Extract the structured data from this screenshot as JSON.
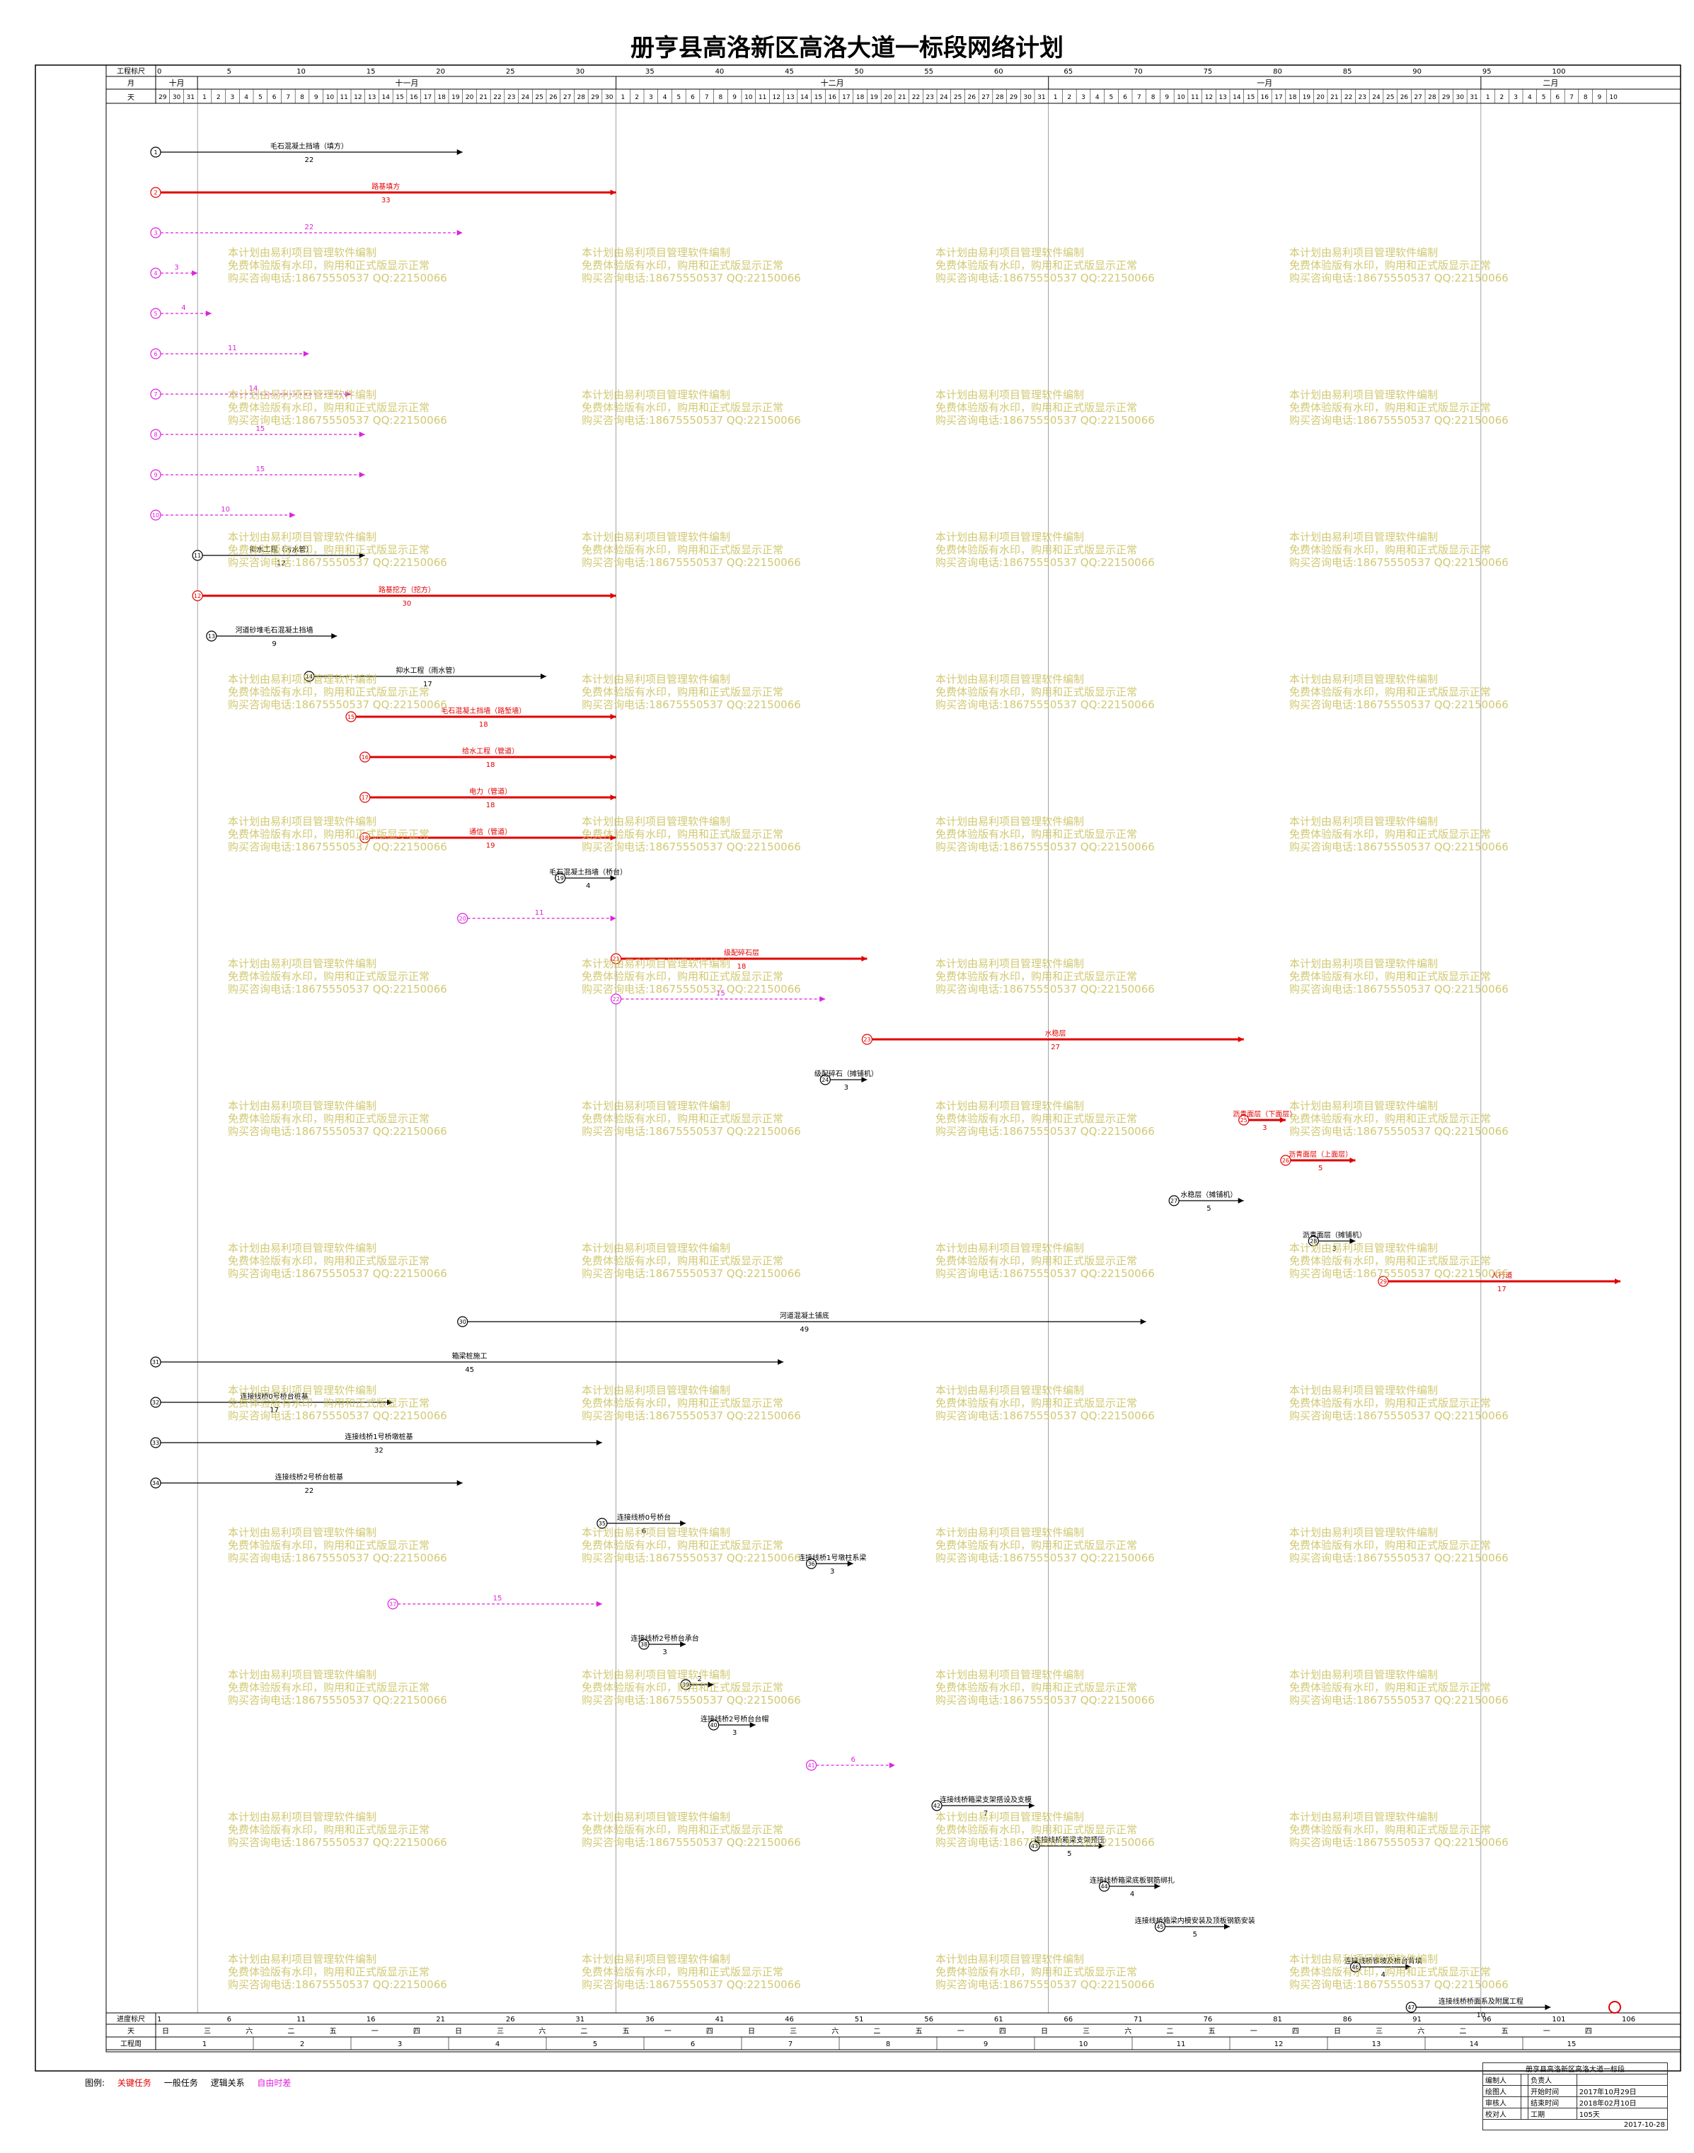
{
  "title": "册亨县高洛新区高洛大道一标段网络计划",
  "header": {
    "row_labels": {
      "ruler": "工程标尺",
      "month": "月",
      "day": "天"
    },
    "ruler_ticks": [
      "0",
      "5",
      "10",
      "15",
      "20",
      "25",
      "30",
      "35",
      "40",
      "45",
      "50",
      "55",
      "60",
      "65",
      "70",
      "75",
      "80",
      "85",
      "90",
      "95",
      "100"
    ],
    "months": [
      {
        "label": "十月",
        "days": 3
      },
      {
        "label": "十一月",
        "days": 30
      },
      {
        "label": "十二月",
        "days": 31
      },
      {
        "label": "一月",
        "days": 31
      },
      {
        "label": "二月",
        "days": 10
      }
    ],
    "day_numbers": [
      "29",
      "30",
      "31",
      "1",
      "2",
      "3",
      "4",
      "5",
      "6",
      "7",
      "8",
      "9",
      "10",
      "11",
      "12",
      "13",
      "14",
      "15",
      "16",
      "17",
      "18",
      "19",
      "20",
      "21",
      "22",
      "23",
      "24",
      "25",
      "26",
      "27",
      "28",
      "29",
      "30",
      "1",
      "2",
      "3",
      "4",
      "5",
      "6",
      "7",
      "8",
      "9",
      "10",
      "11",
      "12",
      "13",
      "14",
      "15",
      "16",
      "17",
      "18",
      "19",
      "20",
      "21",
      "22",
      "23",
      "24",
      "25",
      "26",
      "27",
      "28",
      "29",
      "30",
      "31",
      "1",
      "2",
      "3",
      "4",
      "5",
      "6",
      "7",
      "8",
      "9",
      "10",
      "11",
      "12",
      "13",
      "14",
      "15",
      "16",
      "17",
      "18",
      "19",
      "20",
      "21",
      "22",
      "23",
      "24",
      "25",
      "26",
      "27",
      "28",
      "29",
      "30",
      "31",
      "1",
      "2",
      "3",
      "4",
      "5",
      "6",
      "7",
      "8",
      "9",
      "10"
    ]
  },
  "footer": {
    "row_labels": {
      "ruler": "进度标尺",
      "weekday": "天",
      "week": "工程周"
    },
    "ruler_ticks": [
      "1",
      "6",
      "11",
      "16",
      "21",
      "26",
      "31",
      "36",
      "41",
      "46",
      "51",
      "56",
      "61",
      "66",
      "71",
      "76",
      "81",
      "86",
      "91",
      "96",
      "101",
      "106"
    ],
    "weekdays": [
      "日",
      "一",
      "二",
      "三",
      "四",
      "五",
      "六"
    ],
    "weeks": [
      "1",
      "2",
      "3",
      "4",
      "5",
      "6",
      "7",
      "8",
      "9",
      "10",
      "11",
      "12",
      "13",
      "14",
      "15"
    ]
  },
  "legend": {
    "label": "图例:",
    "critical": "关键任务",
    "general": "一般任务",
    "logic": "逻辑关系",
    "float": "自由时差"
  },
  "meta": {
    "project": "册亨县高洛新区高洛大道一标段",
    "rows": [
      [
        "编制人",
        "",
        "负责人",
        ""
      ],
      [
        "绘图人",
        "",
        "开始时间",
        "2017年10月29日"
      ],
      [
        "审核人",
        "",
        "结束时间",
        "2018年02月10日"
      ],
      [
        "校对人",
        "",
        "工期",
        "105天"
      ]
    ],
    "date": "2017-10-28"
  },
  "watermark": [
    "本计划由易利项目管理软件编制",
    "免费体验版有水印，购用和正式版显示正常",
    "购买咨询电话:18675550537 QQ:22150066"
  ],
  "colors": {
    "critical": "#e00000",
    "general": "#000000",
    "logic": "#000000",
    "float": "#dd22dd",
    "slack": "#22cc22"
  },
  "tasks": [
    {
      "label": "毛石混凝土挡墙（填方）",
      "dur": "22",
      "row": 0,
      "s": 0,
      "e": 22,
      "type": "general"
    },
    {
      "label": "路基填方",
      "dur": "33",
      "row": 1,
      "s": 0,
      "e": 33,
      "type": "critical"
    },
    {
      "label": "22",
      "dur": "",
      "row": 2,
      "s": 0,
      "e": 22,
      "type": "float"
    },
    {
      "label": "3",
      "dur": "",
      "row": 3,
      "s": 0,
      "e": 3,
      "type": "float"
    },
    {
      "label": "4",
      "dur": "",
      "row": 4,
      "s": 0,
      "e": 4,
      "type": "float"
    },
    {
      "label": "11",
      "dur": "",
      "row": 5,
      "s": 0,
      "e": 11,
      "type": "float"
    },
    {
      "label": "14",
      "dur": "",
      "row": 6,
      "s": 0,
      "e": 14,
      "type": "float"
    },
    {
      "label": "15",
      "dur": "",
      "row": 7,
      "s": 0,
      "e": 15,
      "type": "float"
    },
    {
      "label": "15",
      "dur": "",
      "row": 8,
      "s": 0,
      "e": 15,
      "type": "float"
    },
    {
      "label": "10",
      "dur": "",
      "row": 9,
      "s": 0,
      "e": 10,
      "type": "float"
    },
    {
      "label": "抑水工程（污水管）",
      "dur": "12",
      "row": 10,
      "s": 3,
      "e": 15,
      "type": "general"
    },
    {
      "label": "路基挖方（挖方）",
      "dur": "30",
      "row": 11,
      "s": 3,
      "e": 33,
      "type": "critical"
    },
    {
      "label": "河道砂堆毛石混凝土挡墙",
      "dur": "9",
      "row": 12,
      "s": 4,
      "e": 13,
      "type": "general"
    },
    {
      "label": "抑水工程（雨水管）",
      "dur": "17",
      "row": 13,
      "s": 11,
      "e": 28,
      "type": "general"
    },
    {
      "label": "毛石混凝土挡墙（路堑墙）",
      "dur": "18",
      "row": 14,
      "s": 14,
      "e": 33,
      "type": "critical"
    },
    {
      "label": "给水工程（管道）",
      "dur": "18",
      "row": 15,
      "s": 15,
      "e": 33,
      "type": "critical"
    },
    {
      "label": "电力（管道）",
      "dur": "18",
      "row": 16,
      "s": 15,
      "e": 33,
      "type": "critical"
    },
    {
      "label": "通信（管道）",
      "dur": "19",
      "row": 17,
      "s": 15,
      "e": 33,
      "type": "critical"
    },
    {
      "label": "毛石混凝土挡墙（桥台）",
      "dur": "4",
      "row": 18,
      "s": 29,
      "e": 33,
      "type": "general"
    },
    {
      "label": "11",
      "dur": "",
      "row": 19,
      "s": 22,
      "e": 33,
      "type": "float"
    },
    {
      "label": "级配碎石层",
      "dur": "18",
      "row": 20,
      "s": 33,
      "e": 51,
      "type": "critical"
    },
    {
      "label": "15",
      "dur": "",
      "row": 21,
      "s": 33,
      "e": 48,
      "type": "float"
    },
    {
      "label": "水稳层",
      "dur": "27",
      "row": 22,
      "s": 51,
      "e": 78,
      "type": "critical"
    },
    {
      "label": "级配碎石（摊铺机）",
      "dur": "3",
      "row": 23,
      "s": 48,
      "e": 51,
      "type": "general"
    },
    {
      "label": "沥青面层（下面层）",
      "dur": "3",
      "row": 24,
      "s": 78,
      "e": 81,
      "type": "critical"
    },
    {
      "label": "沥青面层（上面层）",
      "dur": "5",
      "row": 25,
      "s": 81,
      "e": 86,
      "type": "critical"
    },
    {
      "label": "水稳层（摊铺机）",
      "dur": "5",
      "row": 26,
      "s": 73,
      "e": 78,
      "type": "general"
    },
    {
      "label": "沥青面层（摊铺机）",
      "dur": "3",
      "row": 27,
      "s": 83,
      "e": 86,
      "type": "general"
    },
    {
      "label": "人行道",
      "dur": "17",
      "row": 28,
      "s": 88,
      "e": 105,
      "type": "critical"
    },
    {
      "label": "河道混凝土铺底",
      "dur": "49",
      "row": 29,
      "s": 22,
      "e": 71,
      "type": "general"
    },
    {
      "label": "箱梁桩施工",
      "dur": "45",
      "row": 30,
      "s": 0,
      "e": 45,
      "type": "general"
    },
    {
      "label": "连接线桥0号桥台桩基",
      "dur": "17",
      "row": 31,
      "s": 0,
      "e": 17,
      "type": "general"
    },
    {
      "label": "连接线桥1号桥墩桩基",
      "dur": "32",
      "row": 32,
      "s": 0,
      "e": 32,
      "type": "general"
    },
    {
      "label": "连接线桥2号桥台桩基",
      "dur": "22",
      "row": 33,
      "s": 0,
      "e": 22,
      "type": "general"
    },
    {
      "label": "连接线桥0号桥台",
      "dur": "6",
      "row": 34,
      "s": 32,
      "e": 38,
      "type": "general"
    },
    {
      "label": "连接线桥1号墩柱系梁",
      "dur": "3",
      "row": 35,
      "s": 47,
      "e": 50,
      "type": "general"
    },
    {
      "label": "15",
      "dur": "",
      "row": 36,
      "s": 17,
      "e": 32,
      "type": "float"
    },
    {
      "label": "连接线桥2号桥台承台",
      "dur": "3",
      "row": 37,
      "s": 35,
      "e": 38,
      "type": "general"
    },
    {
      "label": "2",
      "dur": "",
      "row": 38,
      "s": 38,
      "e": 40,
      "type": "general"
    },
    {
      "label": "连接线桥2号桥台台帽",
      "dur": "3",
      "row": 39,
      "s": 40,
      "e": 43,
      "type": "general"
    },
    {
      "label": "6",
      "dur": "",
      "row": 40,
      "s": 47,
      "e": 53,
      "type": "float"
    },
    {
      "label": "连接线桥箱梁支架搭设及支模",
      "dur": "7",
      "row": 41,
      "s": 56,
      "e": 63,
      "type": "general"
    },
    {
      "label": "连接线桥箱梁支架预压",
      "dur": "5",
      "row": 42,
      "s": 63,
      "e": 68,
      "type": "general"
    },
    {
      "label": "连接线桥箱梁底板钢筋绑扎",
      "dur": "4",
      "row": 43,
      "s": 68,
      "e": 72,
      "type": "general"
    },
    {
      "label": "连接线桥箱梁内模安装及顶板钢筋安装",
      "dur": "5",
      "row": 44,
      "s": 72,
      "e": 77,
      "type": "general"
    },
    {
      "label": "连接线桥锥坡及桥台背填",
      "dur": "4",
      "row": 45,
      "s": 86,
      "e": 90,
      "type": "general"
    },
    {
      "label": "连接线桥桥面系及附属工程",
      "dur": "10",
      "row": 46,
      "s": 90,
      "e": 100,
      "type": "general"
    }
  ]
}
